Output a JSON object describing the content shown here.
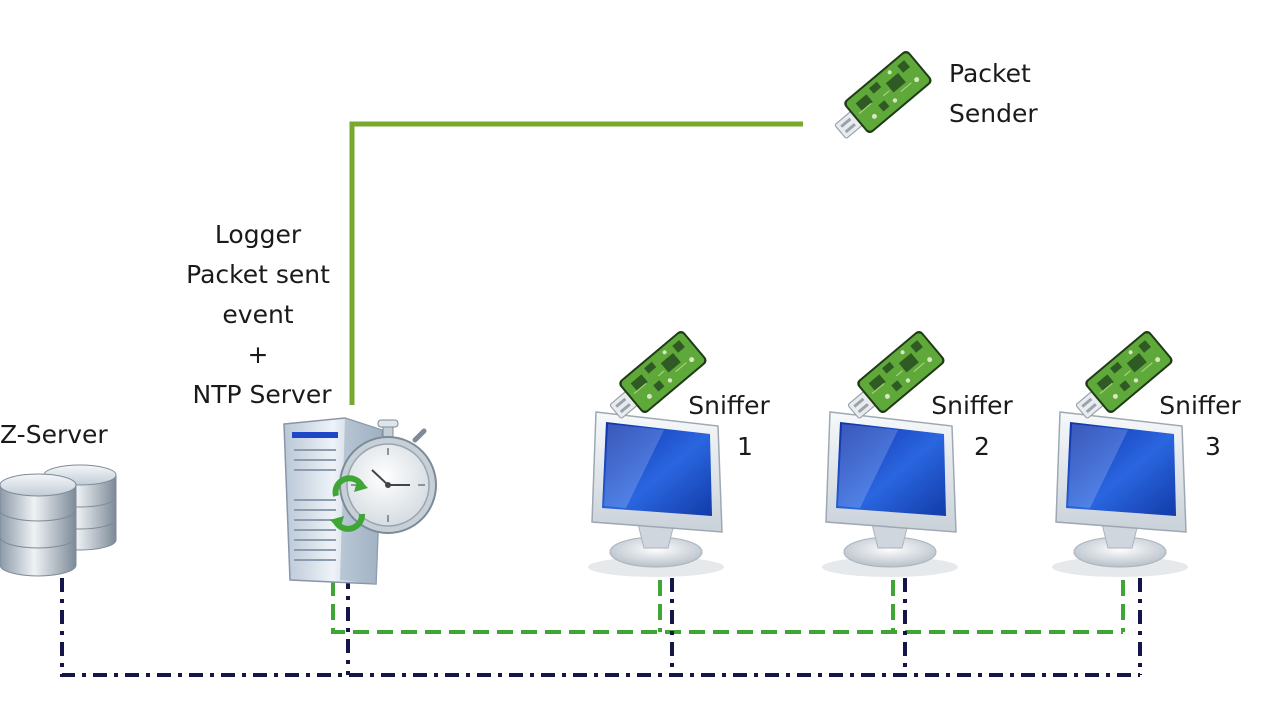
{
  "labels": {
    "packet_sender": [
      "Packet",
      "Sender"
    ],
    "logger": [
      "Logger",
      "Packet sent",
      "event",
      "+",
      "NTP Server"
    ],
    "z_server": "Z-Server",
    "sniffers": [
      {
        "name": "Sniffer",
        "number": "1"
      },
      {
        "name": "Sniffer",
        "number": "2"
      },
      {
        "name": "Sniffer",
        "number": "3"
      }
    ]
  },
  "colors": {
    "usb_link": "#7aa82f",
    "sync_bus": "#3fa535",
    "data_bus": "#14164a",
    "screen": "#1d47c8",
    "pcb": "#5fa83a"
  },
  "icons": {
    "packet_sender": "usb-dongle-icon",
    "logger": "server-stopwatch-icon",
    "z_server": "database-icon",
    "sniffer": "monitor-dongle-icon"
  }
}
